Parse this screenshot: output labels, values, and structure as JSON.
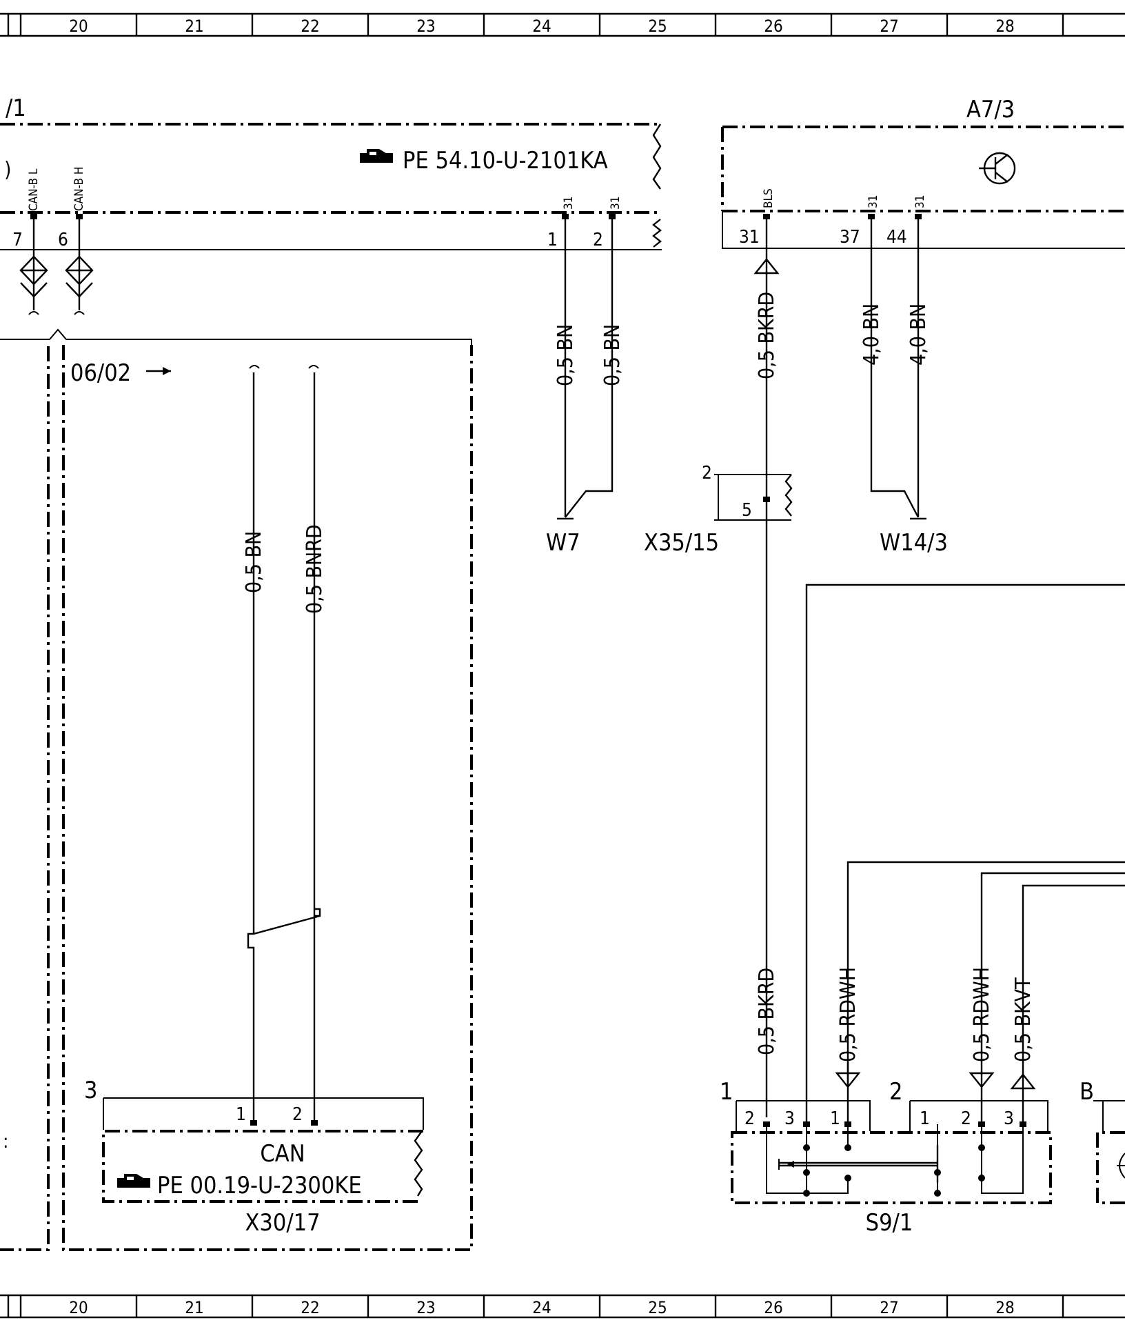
{
  "grid": {
    "columns": [
      "20",
      "21",
      "22",
      "23",
      "24",
      "25",
      "26",
      "27",
      "28"
    ]
  },
  "components": {
    "left_module": {
      "ref_partial": "/1",
      "ref_doc": "PE 54.10-U-2101KA",
      "signals": [
        "CAN-B L",
        "CAN-B H"
      ],
      "pins": [
        "7",
        "6",
        "1",
        "2"
      ],
      "pin_tags": [
        "31",
        "31"
      ]
    },
    "a7_3": {
      "ref": "A7/3",
      "pin_tags": [
        "BLS",
        "31",
        "31"
      ],
      "pins": [
        "31",
        "37",
        "44"
      ]
    },
    "inset": {
      "date": "06/02"
    },
    "x30_17": {
      "ref": "X30/17",
      "connector_no": "3",
      "pins": [
        "1",
        "2"
      ],
      "label": "CAN",
      "ref_doc": "PE 00.19-U-2300KE"
    },
    "x35_15": {
      "ref": "X35/15",
      "number": "2",
      "pin": "5"
    },
    "w7": {
      "ref": "W7"
    },
    "w14_3": {
      "ref": "W14/3"
    },
    "s9_1": {
      "ref": "S9/1",
      "group1_no": "1",
      "group1_pins": [
        "2",
        "3",
        "1"
      ],
      "group2_no": "2",
      "group2_pins": [
        "1",
        "2",
        "3"
      ]
    },
    "b_partial": {
      "ref": "B"
    }
  },
  "wires": {
    "w7_a": "0,5 BN",
    "w7_b": "0,5 BN",
    "bls": "0,5 BKRD",
    "w14_a": "4,0 BN",
    "w14_b": "4,0 BN",
    "can_l": "0,5 BN",
    "can_h": "0,5 BNRD",
    "s9_bkrd": "0,5 BKRD",
    "s9_rdwh_1": "0,5 RDWH",
    "s9_rdwh_2": "0,5 RDWH",
    "s9_bkvt": "0,5 BKVT"
  }
}
